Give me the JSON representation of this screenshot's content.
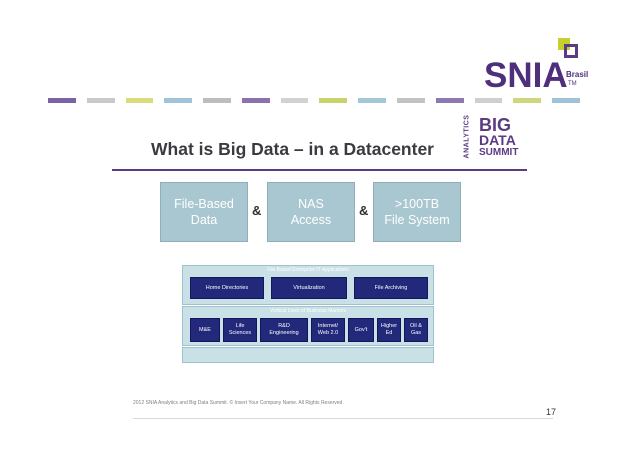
{
  "brand": {
    "name": "SNIA",
    "region": "Brasil",
    "trademark": "TM",
    "colors": {
      "purple": "#4f2f7c",
      "lime": "#c7cf2e",
      "lavender": "#9b87b8",
      "light_blue": "#a9c7d0",
      "navy": "#23297a"
    }
  },
  "band_colors": [
    "#7b62a3",
    "#c9c9c9",
    "#d8dc7a",
    "#9fc4d9",
    "#bdbdbd",
    "#8a73ad",
    "#d2d2d2",
    "#c8d36b",
    "#a3c7d6",
    "#c3c3c3",
    "#8e78b0",
    "#cfcfcf",
    "#cfd77a",
    "#9ec3d8"
  ],
  "slide": {
    "title": "What is Big Data – in a Datacenter",
    "summit_logo": {
      "vertical": "ANALYTICS",
      "line1": "BIG",
      "line2": "DATA",
      "line3": "SUMMIT"
    },
    "boxes": [
      {
        "line1": "File-Based",
        "line2": "Data"
      },
      {
        "line1": "NAS",
        "line2": "Access"
      },
      {
        "line1": ">100TB",
        "line2": "File System"
      }
    ],
    "ampersand": "&",
    "stack": {
      "row1_label": "File Based Enterprise IT Applications",
      "row1_items": [
        "Home Directories",
        "Virtualization",
        "File Archiving"
      ],
      "row2_label": "Vertical Lines of Business Markets",
      "row2_items": [
        {
          "l1": "M&E",
          "l2": ""
        },
        {
          "l1": "Life",
          "l2": "Sciences"
        },
        {
          "l1": "R&D",
          "l2": "Engineering"
        },
        {
          "l1": "Internet/",
          "l2": "Web 2.0"
        },
        {
          "l1": "Gov't",
          "l2": ""
        },
        {
          "l1": "Higher",
          "l2": "Ed"
        },
        {
          "l1": "Oil &",
          "l2": "Gas"
        }
      ]
    },
    "footer": "2012 SNIA Analytics and Big Data Summit. © Insert Your Company Name.  All Rights Reserved.",
    "page_number": "17"
  }
}
